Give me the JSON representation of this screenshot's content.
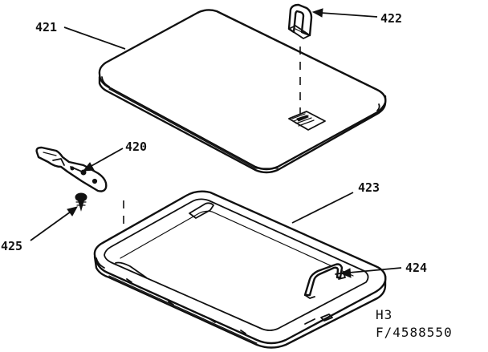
{
  "diagram": {
    "callouts": {
      "c420": "420",
      "c421": "421",
      "c422": "422",
      "c423": "423",
      "c424": "424",
      "c425": "425"
    },
    "code_line1": "H3",
    "code_line2": "F/4588550"
  }
}
